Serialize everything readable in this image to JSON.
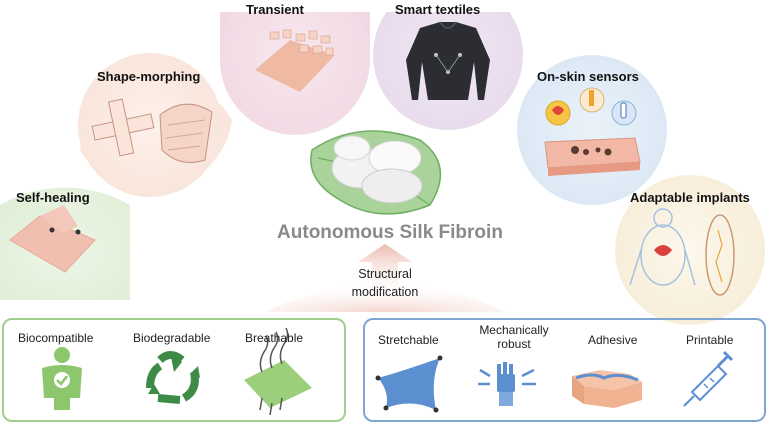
{
  "center": {
    "title": "Autonomous Silk Fibroin",
    "modification_line1": "Structural",
    "modification_line2": "modification"
  },
  "applications": {
    "self_healing": "Self-healing",
    "shape_morphing": "Shape-morphing",
    "transient": "Transient",
    "smart_textiles": "Smart textiles",
    "on_skin_sensors": "On-skin sensors",
    "adaptable_implants": "Adaptable implants"
  },
  "properties_left": {
    "biocompatible": "Biocompatible",
    "biodegradable": "Biodegradable",
    "breathable": "Breathable"
  },
  "properties_right": {
    "stretchable": "Stretchable",
    "mechanically_line1": "Mechanically",
    "mechanically_line2": "robust",
    "adhesive": "Adhesive",
    "printable": "Printable"
  },
  "colors": {
    "green_panel": "#9fcf8c",
    "blue_panel": "#7fa6d2",
    "title_gray": "#8a8a8a"
  }
}
